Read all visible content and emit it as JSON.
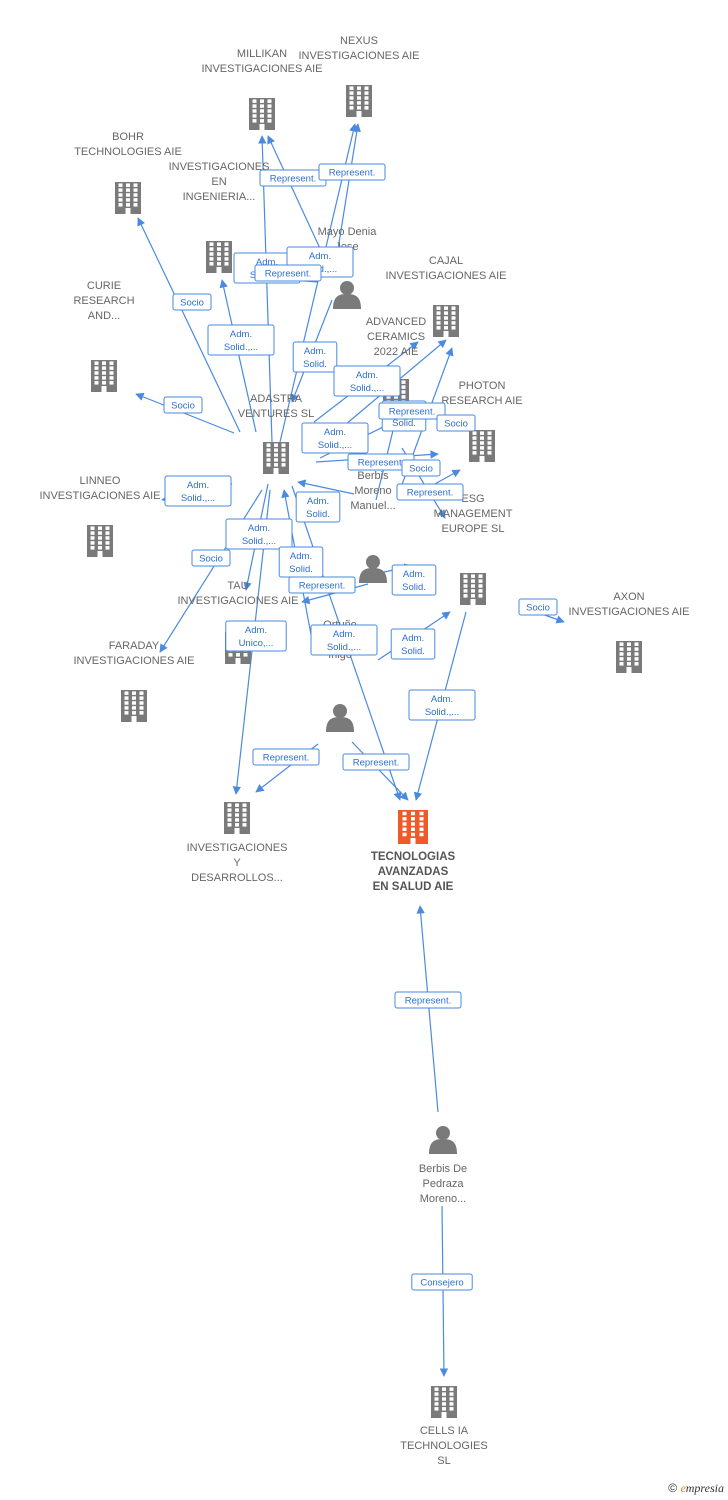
{
  "diagram": {
    "colors": {
      "edge": "#4a8ae0",
      "node": "#7a7a7a",
      "focus": "#f05a28",
      "label": "#666666"
    },
    "nodes": [
      {
        "id": "millikan",
        "kind": "company",
        "lines": [
          "MILLIKAN",
          "INVESTIGACIONES AIE"
        ]
      },
      {
        "id": "nexus",
        "kind": "company",
        "lines": [
          "NEXUS",
          "INVESTIGACIONES AIE"
        ]
      },
      {
        "id": "bohr",
        "kind": "company",
        "lines": [
          "BOHR",
          "TECHNOLOGIES AIE"
        ]
      },
      {
        "id": "ing",
        "kind": "company",
        "lines": [
          "INVESTIGACIONES",
          "EN",
          "INGENIERIA..."
        ]
      },
      {
        "id": "mayo",
        "kind": "person",
        "lines": [
          "Mayo Denia",
          "Jose"
        ]
      },
      {
        "id": "cajal",
        "kind": "company",
        "lines": [
          "CAJAL",
          "INVESTIGACIONES AIE"
        ]
      },
      {
        "id": "curie",
        "kind": "company",
        "lines": [
          "CURIE",
          "RESEARCH",
          "AND..."
        ]
      },
      {
        "id": "advanced",
        "kind": "company",
        "lines": [
          "ADVANCED",
          "CERAMICS",
          "2022 AIE"
        ]
      },
      {
        "id": "photon",
        "kind": "company",
        "lines": [
          "PHOTON",
          "RESEARCH AIE"
        ]
      },
      {
        "id": "adastra",
        "kind": "company",
        "lines": [
          "ADASTRA",
          "VENTURES SL"
        ]
      },
      {
        "id": "linneo",
        "kind": "company",
        "lines": [
          "LINNEO",
          "INVESTIGACIONES AIE"
        ]
      },
      {
        "id": "berbism",
        "kind": "person",
        "lines": [
          "Berbis",
          "Moreno",
          "Manuel..."
        ]
      },
      {
        "id": "esg",
        "kind": "company",
        "lines": [
          "ESG",
          "MANAGEMENT",
          "EUROPE SL"
        ]
      },
      {
        "id": "axon",
        "kind": "company",
        "lines": [
          "AXON",
          "INVESTIGACIONES AIE"
        ]
      },
      {
        "id": "tau",
        "kind": "company",
        "lines": [
          "TAU",
          "INVESTIGACIONES AIE"
        ]
      },
      {
        "id": "faraday",
        "kind": "company",
        "lines": [
          "FARADAY",
          "INVESTIGACIONES AIE"
        ]
      },
      {
        "id": "ortuno",
        "kind": "person",
        "lines": [
          "Ortuño",
          "Guerendiain",
          "Iñigo"
        ]
      },
      {
        "id": "iyd",
        "kind": "company",
        "lines": [
          "INVESTIGACIONES",
          "Y",
          "DESARROLLOS..."
        ]
      },
      {
        "id": "tecnologias",
        "kind": "focus",
        "lines": [
          "TECNOLOGIAS",
          "AVANZADAS",
          "EN SALUD AIE"
        ]
      },
      {
        "id": "berbisd",
        "kind": "person",
        "lines": [
          "Berbis De",
          "Pedraza",
          "Moreno..."
        ]
      },
      {
        "id": "cells",
        "kind": "company",
        "lines": [
          "CELLS IA",
          "TECHNOLOGIES",
          "SL"
        ]
      }
    ],
    "edges": [
      {
        "from": "adastra",
        "to": "millikan",
        "label": "Represent."
      },
      {
        "from": "adastra",
        "to": "nexus",
        "label": "Represent."
      },
      {
        "from": "adastra",
        "to": "bohr",
        "label": "Socio"
      },
      {
        "from": "adastra",
        "to": "ing",
        "label": "Adm. Solid.,..."
      },
      {
        "from": "mayo",
        "to": "millikan",
        "label": "Adm. Solid.,..."
      },
      {
        "from": "mayo",
        "to": "nexus",
        "label": "Adm. Solid.,..."
      },
      {
        "from": "mayo",
        "to": "ing",
        "label": "Represent."
      },
      {
        "from": "mayo",
        "to": "adastra",
        "label": "Adm. Solid."
      },
      {
        "from": "adastra",
        "to": "curie",
        "label": "Socio"
      },
      {
        "from": "adastra",
        "to": "advanced",
        "label": "Adm. Solid.,..."
      },
      {
        "from": "adastra",
        "to": "cajal",
        "label": "Adm. Solid.,..."
      },
      {
        "from": "adastra",
        "to": "photon",
        "label": "Adm. Solid."
      },
      {
        "from": "adastra",
        "to": "esg",
        "label": "Represent."
      },
      {
        "from": "adastra",
        "to": "linneo",
        "label": "Adm. Solid.,..."
      },
      {
        "from": "berbism",
        "to": "advanced",
        "label": "Represent."
      },
      {
        "from": "berbism",
        "to": "cajal",
        "label": "Socio"
      },
      {
        "from": "berbism",
        "to": "photon",
        "label": "Represent."
      },
      {
        "from": "berbism",
        "to": "adastra",
        "label": "Adm. Solid."
      },
      {
        "from": "berbism",
        "to": "esg",
        "label": "Socio"
      },
      {
        "from": "adastra",
        "to": "tau",
        "label": "Adm. Solid.,..."
      },
      {
        "from": "adastra",
        "to": "faraday",
        "label": "Socio"
      },
      {
        "from": "ortuno",
        "to": "adastra",
        "label": "Adm. Solid."
      },
      {
        "from": "berbism",
        "to": "tau",
        "label": "Represent."
      },
      {
        "from": "esg",
        "to": "axon",
        "label": "Socio"
      },
      {
        "from": "esg",
        "to": "tau",
        "label": "Adm. Solid."
      },
      {
        "from": "adastra",
        "to": "iyd",
        "label": "Adm. Unico,..."
      },
      {
        "from": "ortuno",
        "to": "tecnologias",
        "label": "Adm. Solid.,..."
      },
      {
        "from": "ortuno",
        "to": "iyd",
        "label": "Represent."
      },
      {
        "from": "ortuno",
        "to": "tecnologias",
        "label": "Represent."
      },
      {
        "from": "esg",
        "to": "tecnologias",
        "label": "Adm. Solid.,..."
      },
      {
        "from": "berbism",
        "to": "esg",
        "label": "Adm. Solid."
      },
      {
        "from": "berbisd",
        "to": "tecnologias",
        "label": "Represent."
      },
      {
        "from": "berbisd",
        "to": "cells",
        "label": "Consejero"
      }
    ]
  },
  "footer": {
    "copyright": "©",
    "brand_e": "e",
    "brand_rest": "mpresia"
  }
}
